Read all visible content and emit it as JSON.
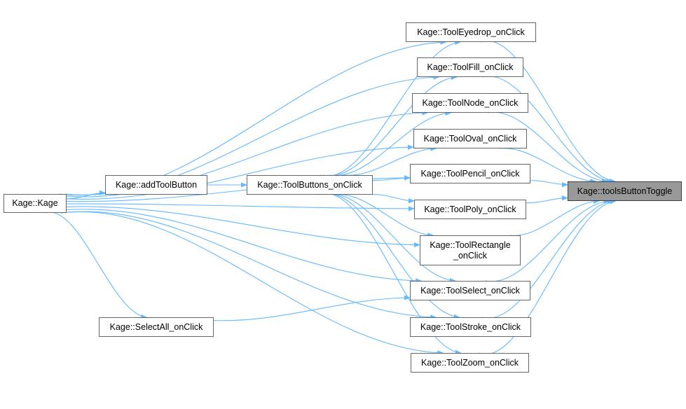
{
  "colors": {
    "edge": "#63b8ff",
    "node_border": "#666666",
    "highlight_fill": "#999999"
  },
  "nodes": {
    "kage": "Kage::Kage",
    "addToolButton": "Kage::addToolButton",
    "toolButtons": "Kage::ToolButtons_onClick",
    "selectAll": "Kage::SelectAll_onClick",
    "eyedrop": "Kage::ToolEyedrop_onClick",
    "fill": "Kage::ToolFill_onClick",
    "node": "Kage::ToolNode_onClick",
    "oval": "Kage::ToolOval_onClick",
    "pencil": "Kage::ToolPencil_onClick",
    "poly": "Kage::ToolPoly_onClick",
    "rectangle": "Kage::ToolRectangle\n_onClick",
    "select": "Kage::ToolSelect_onClick",
    "stroke": "Kage::ToolStroke_onClick",
    "zoom": "Kage::ToolZoom_onClick",
    "toggle": "Kage::toolsButtonToggle"
  },
  "edges": [
    [
      "kage",
      "addToolButton"
    ],
    [
      "kage",
      "selectAll"
    ],
    [
      "kage",
      "eyedrop"
    ],
    [
      "kage",
      "fill"
    ],
    [
      "kage",
      "node"
    ],
    [
      "kage",
      "oval"
    ],
    [
      "kage",
      "pencil"
    ],
    [
      "kage",
      "poly"
    ],
    [
      "kage",
      "rectangle"
    ],
    [
      "kage",
      "select"
    ],
    [
      "kage",
      "stroke"
    ],
    [
      "kage",
      "zoom"
    ],
    [
      "addToolButton",
      "toolButtons"
    ],
    [
      "toolButtons",
      "eyedrop"
    ],
    [
      "toolButtons",
      "fill"
    ],
    [
      "toolButtons",
      "node"
    ],
    [
      "toolButtons",
      "oval"
    ],
    [
      "toolButtons",
      "pencil"
    ],
    [
      "toolButtons",
      "poly"
    ],
    [
      "toolButtons",
      "rectangle"
    ],
    [
      "toolButtons",
      "select"
    ],
    [
      "toolButtons",
      "stroke"
    ],
    [
      "toolButtons",
      "zoom"
    ],
    [
      "selectAll",
      "select"
    ],
    [
      "eyedrop",
      "toggle"
    ],
    [
      "fill",
      "toggle"
    ],
    [
      "node",
      "toggle"
    ],
    [
      "oval",
      "toggle"
    ],
    [
      "pencil",
      "toggle"
    ],
    [
      "poly",
      "toggle"
    ],
    [
      "rectangle",
      "toggle"
    ],
    [
      "select",
      "toggle"
    ],
    [
      "stroke",
      "toggle"
    ],
    [
      "zoom",
      "toggle"
    ]
  ]
}
